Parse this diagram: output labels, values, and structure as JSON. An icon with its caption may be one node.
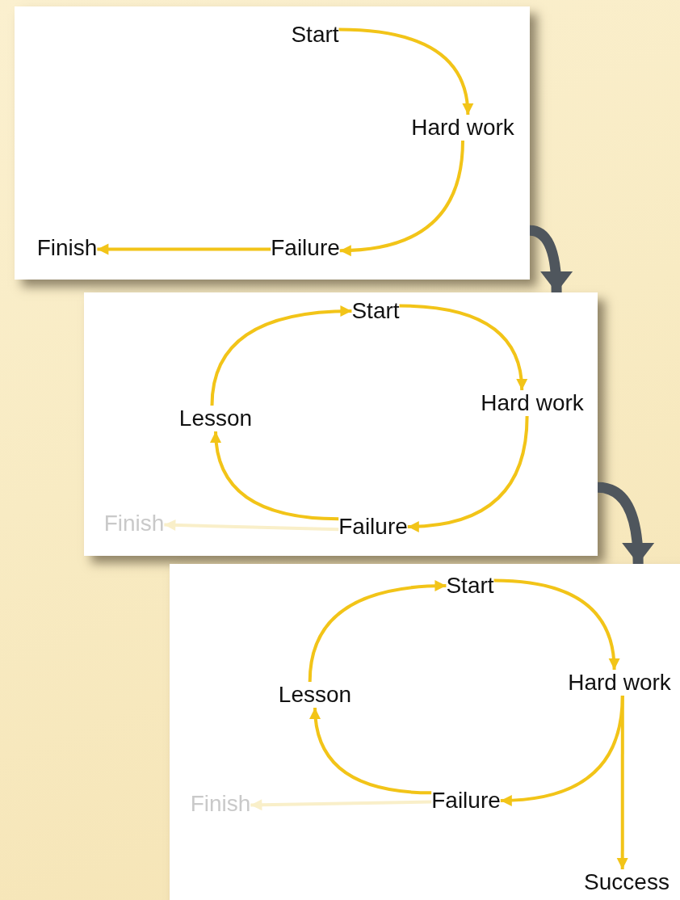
{
  "diagram": {
    "nodes": [
      {
        "text": [],
        "shape": "box"
      },
      {
        "text": [
          "Start"
        ],
        "in": 0
      },
      {
        "text": [
          "Hard work"
        ],
        "in": 0
      },
      {
        "text": [
          "Failure"
        ],
        "in": 0
      },
      {
        "text": [
          "Finish"
        ],
        "in": 0
      },
      {
        "text": [],
        "shape": "box"
      },
      {
        "text": [
          "Start"
        ],
        "in": 5
      },
      {
        "text": [
          "Hard work"
        ],
        "in": 5
      },
      {
        "text": [
          "Lesson"
        ],
        "in": 5
      },
      {
        "text": [
          "Finish"
        ],
        "in": 5
      },
      {
        "text": [
          "Failure"
        ],
        "in": 5
      },
      {
        "text": [],
        "shape": "box"
      },
      {
        "text": [
          "Start"
        ],
        "in": 11
      },
      {
        "text": [
          "Lesson"
        ],
        "in": 11
      },
      {
        "text": [
          "Hard work"
        ],
        "in": 11
      },
      {
        "text": [
          "Finish"
        ],
        "in": 11
      },
      {
        "text": [
          "Failure"
        ],
        "in": 11
      },
      {
        "text": [
          "Success"
        ],
        "in": 11
      }
    ],
    "edges": [
      {
        "from": 1,
        "to": 2,
        "arrow": "to"
      },
      {
        "from": 2,
        "to": 3,
        "arrow": "to"
      },
      {
        "from": 3,
        "to": 4,
        "arrow": "to"
      },
      {
        "from": 0,
        "to": 5,
        "arrow": "to",
        "style": "thick",
        "color": "#4f565d"
      },
      {
        "from": 6,
        "to": 7,
        "arrow": "to"
      },
      {
        "from": 7,
        "to": 10,
        "arrow": "to"
      },
      {
        "from": 10,
        "to": 8,
        "arrow": "to"
      },
      {
        "from": 8,
        "to": 6,
        "arrow": "to"
      },
      {
        "from": 10,
        "to": 9,
        "arrow": "to",
        "color": "#f9efc9"
      },
      {
        "from": 5,
        "to": 11,
        "arrow": "to",
        "style": "thick",
        "color": "#4f565d"
      },
      {
        "from": 12,
        "to": 14,
        "arrow": "to"
      },
      {
        "from": 14,
        "to": 16,
        "arrow": "to"
      },
      {
        "from": 14,
        "to": 17,
        "arrow": "to"
      },
      {
        "from": 16,
        "to": 13,
        "arrow": "to"
      },
      {
        "from": 13,
        "to": 12,
        "arrow": "to"
      },
      {
        "from": 16,
        "to": 15,
        "arrow": "to",
        "color": "#f9efc9"
      }
    ]
  }
}
